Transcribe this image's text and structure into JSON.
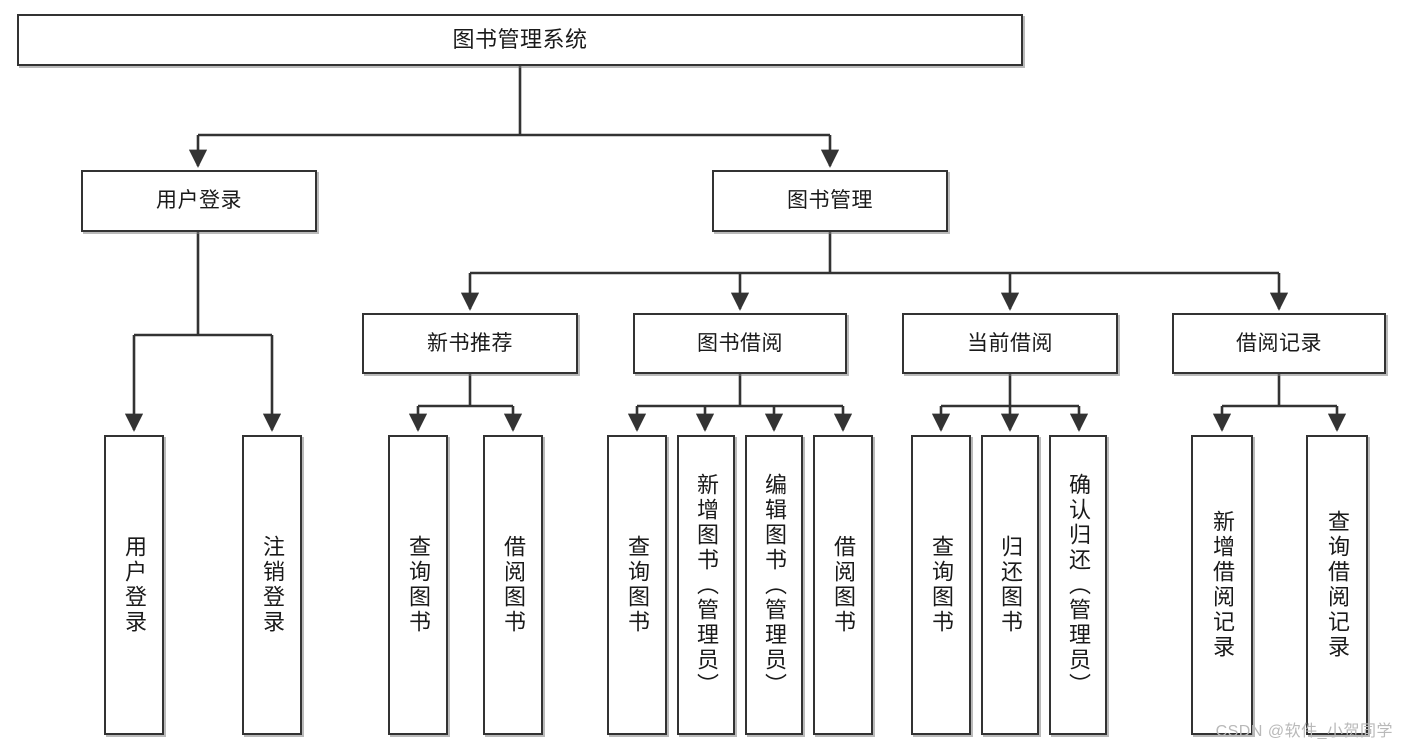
{
  "diagram": {
    "title": "图书管理系统",
    "type": "tree",
    "style": {
      "box_border_color": "#333333",
      "box_fill_color": "#ffffff",
      "connector_color": "#333333",
      "text_color": "#1a1a1a",
      "background": "#ffffff",
      "watermark_color": "#b9b9b9"
    },
    "watermark": "CSDN @软件_小贺同学",
    "nodes": {
      "root": {
        "label": "图书管理系统",
        "level": 1,
        "orientation": "horizontal"
      },
      "level2": [
        {
          "id": "user-login",
          "label": "用户登录",
          "orientation": "horizontal"
        },
        {
          "id": "book-management",
          "label": "图书管理",
          "orientation": "horizontal"
        }
      ],
      "level3": [
        {
          "id": "new-book-recommend",
          "label": "新书推荐",
          "orientation": "horizontal",
          "parent": "book-management"
        },
        {
          "id": "book-borrow",
          "label": "图书借阅",
          "orientation": "horizontal",
          "parent": "book-management"
        },
        {
          "id": "current-borrow",
          "label": "当前借阅",
          "orientation": "horizontal",
          "parent": "book-management"
        },
        {
          "id": "borrow-record",
          "label": "借阅记录",
          "orientation": "horizontal",
          "parent": "book-management"
        }
      ],
      "leaves": [
        {
          "id": "leaf-user-login",
          "label": "用户登录",
          "parent": "user-login",
          "orientation": "vertical"
        },
        {
          "id": "leaf-logout-login",
          "label": "注销登录",
          "parent": "user-login",
          "orientation": "vertical"
        },
        {
          "id": "leaf-query-book-1",
          "label": "查询图书",
          "parent": "new-book-recommend",
          "orientation": "vertical"
        },
        {
          "id": "leaf-borrow-book-1",
          "label": "借阅图书",
          "parent": "new-book-recommend",
          "orientation": "vertical"
        },
        {
          "id": "leaf-query-book-2",
          "label": "查询图书",
          "parent": "book-borrow",
          "orientation": "vertical"
        },
        {
          "id": "leaf-add-book",
          "label": "新增图书（管理员）",
          "parent": "book-borrow",
          "orientation": "vertical"
        },
        {
          "id": "leaf-edit-book",
          "label": "编辑图书（管理员）",
          "parent": "book-borrow",
          "orientation": "vertical"
        },
        {
          "id": "leaf-borrow-book-2",
          "label": "借阅图书",
          "parent": "book-borrow",
          "orientation": "vertical"
        },
        {
          "id": "leaf-query-book-3",
          "label": "查询图书",
          "parent": "current-borrow",
          "orientation": "vertical"
        },
        {
          "id": "leaf-return-book",
          "label": "归还图书",
          "parent": "current-borrow",
          "orientation": "vertical"
        },
        {
          "id": "leaf-confirm-return",
          "label": "确认归还（管理员）",
          "parent": "current-borrow",
          "orientation": "vertical"
        },
        {
          "id": "leaf-add-record",
          "label": "新增借阅记录",
          "parent": "borrow-record",
          "orientation": "vertical"
        },
        {
          "id": "leaf-query-record",
          "label": "查询借阅记录",
          "parent": "borrow-record",
          "orientation": "vertical"
        }
      ]
    }
  }
}
